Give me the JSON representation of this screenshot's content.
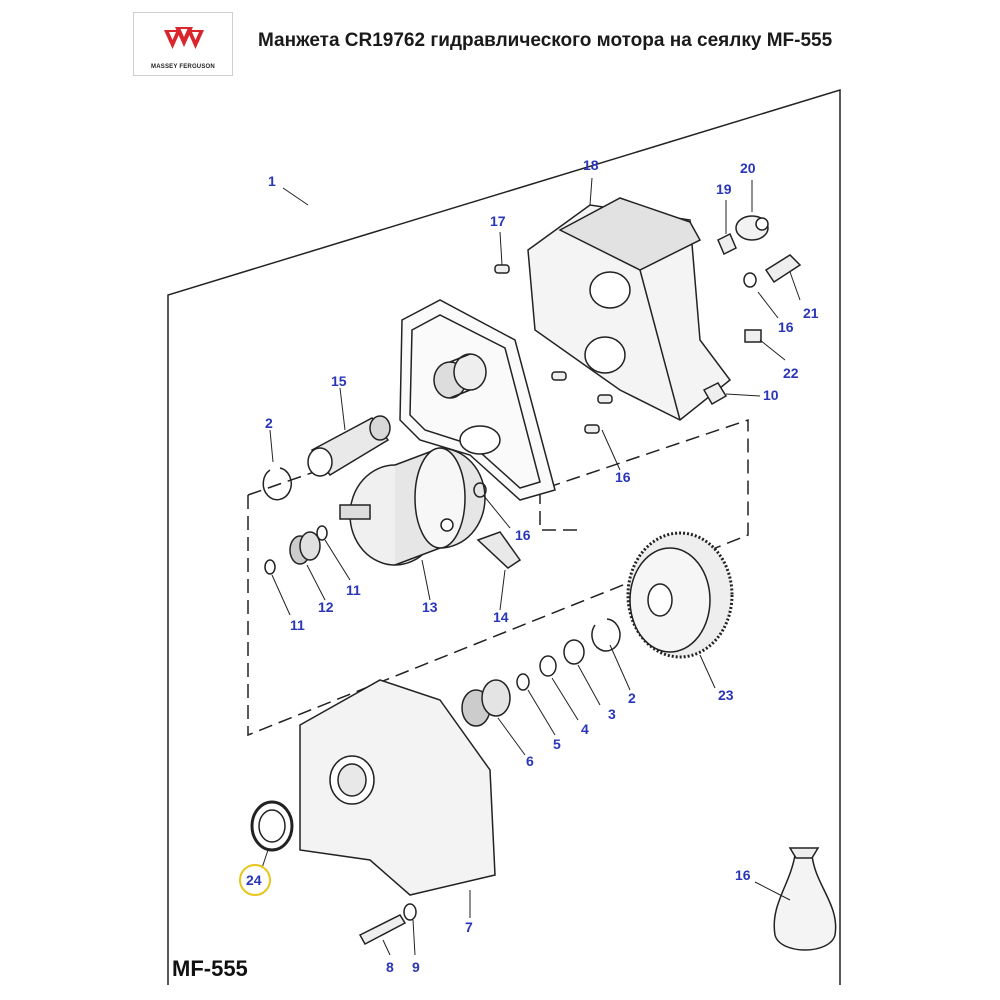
{
  "header": {
    "brand_text": "MASSEY FERGUSON",
    "title": "Манжета CR19762 гидравлического мотора на сеялку MF-555"
  },
  "model_label": "MF-555",
  "colors": {
    "label_blue": "#2a36b8",
    "brand_red": "#d9252b",
    "highlight_ring": "#e8c51d"
  },
  "highlighted_part": "24",
  "callouts": [
    {
      "id": "c1",
      "text": "1"
    },
    {
      "id": "c18",
      "text": "18"
    },
    {
      "id": "c20",
      "text": "20"
    },
    {
      "id": "c19",
      "text": "19"
    },
    {
      "id": "c17",
      "text": "17"
    },
    {
      "id": "c21",
      "text": "21"
    },
    {
      "id": "c16a",
      "text": "16"
    },
    {
      "id": "c22",
      "text": "22"
    },
    {
      "id": "c10",
      "text": "10"
    },
    {
      "id": "c15",
      "text": "15"
    },
    {
      "id": "c2a",
      "text": "2"
    },
    {
      "id": "c16b",
      "text": "16"
    },
    {
      "id": "c16c",
      "text": "16"
    },
    {
      "id": "c12",
      "text": "12"
    },
    {
      "id": "c11a",
      "text": "11"
    },
    {
      "id": "c11b",
      "text": "11"
    },
    {
      "id": "c13",
      "text": "13"
    },
    {
      "id": "c14",
      "text": "14"
    },
    {
      "id": "c23",
      "text": "23"
    },
    {
      "id": "c2b",
      "text": "2"
    },
    {
      "id": "c3",
      "text": "3"
    },
    {
      "id": "c4",
      "text": "4"
    },
    {
      "id": "c5",
      "text": "5"
    },
    {
      "id": "c6",
      "text": "6"
    },
    {
      "id": "c24",
      "text": "24"
    },
    {
      "id": "c7",
      "text": "7"
    },
    {
      "id": "c16d",
      "text": "16"
    },
    {
      "id": "c8",
      "text": "8"
    },
    {
      "id": "c9",
      "text": "9"
    }
  ]
}
